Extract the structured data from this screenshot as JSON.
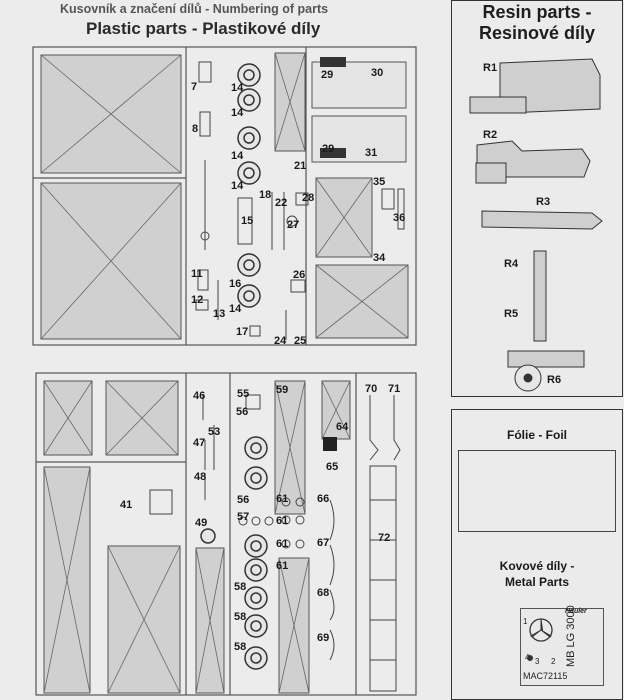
{
  "header": {
    "line1": "Kusovník a značení dílů - Numbering of parts",
    "line2": "Plastic parts - Plastikové díly"
  },
  "sprue_top_labels": [
    "7",
    "8",
    "14",
    "14",
    "14",
    "14",
    "18",
    "15",
    "22",
    "28",
    "27",
    "21",
    "29",
    "30",
    "29",
    "31",
    "35",
    "36",
    "34",
    "11",
    "12",
    "13",
    "16",
    "14",
    "26",
    "17",
    "24",
    "25"
  ],
  "sprue_bottom_labels": [
    "46",
    "53",
    "47",
    "48",
    "41",
    "49",
    "55",
    "56",
    "56",
    "57",
    "58",
    "58",
    "58",
    "59",
    "61",
    "61",
    "61",
    "61",
    "64",
    "65",
    "66",
    "67",
    "68",
    "69",
    "70",
    "71",
    "72"
  ],
  "resin": {
    "title_en": "Resin parts -",
    "title_cz": "Resinové díly",
    "parts": [
      "R1",
      "R2",
      "R3",
      "R4",
      "R5",
      "R6"
    ]
  },
  "foil": {
    "title": "Fólie - Foil"
  },
  "metal": {
    "title_cz": "Kovové díly -",
    "title_en": "Metal Parts",
    "brand": "Hauler",
    "model": "MB LG 3000",
    "code": "MAC72115",
    "nums": [
      "1",
      "2",
      "3",
      "4"
    ]
  },
  "colors": {
    "line": "#333333",
    "paper": "#ececec",
    "panel": "#cfcfcf"
  }
}
